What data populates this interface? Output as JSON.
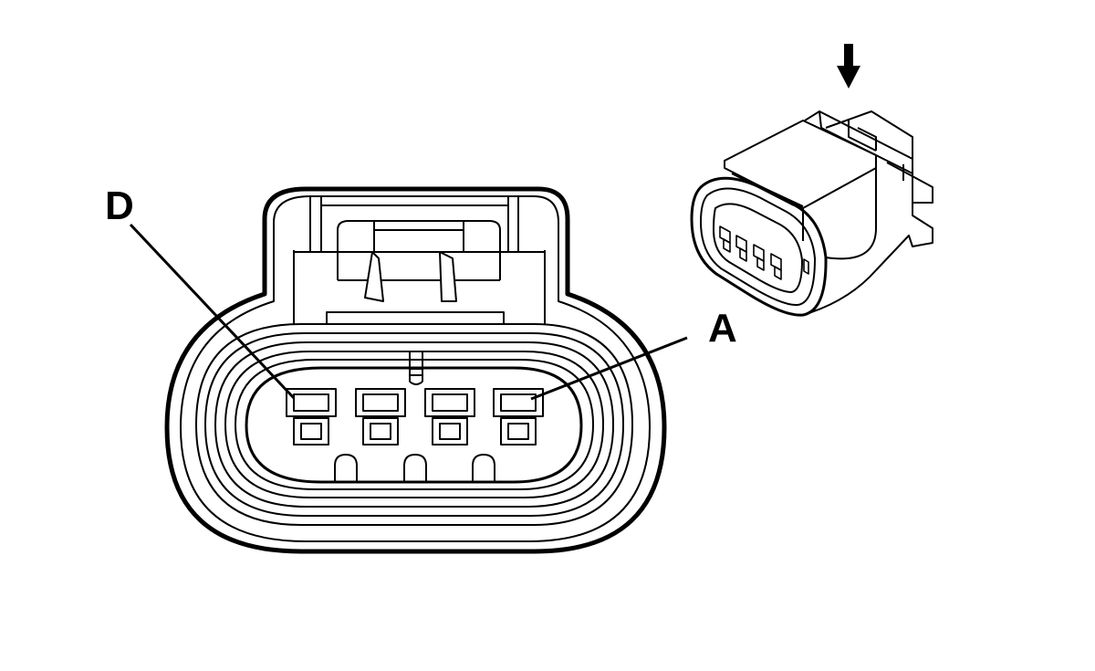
{
  "diagram": {
    "type": "connector-face-view",
    "pin_labels": {
      "first": "D",
      "last": "A"
    },
    "pin_count": 4,
    "view_indicator": "arrow-down-icon",
    "colors": {
      "line": "#000000",
      "background": "#ffffff"
    }
  }
}
